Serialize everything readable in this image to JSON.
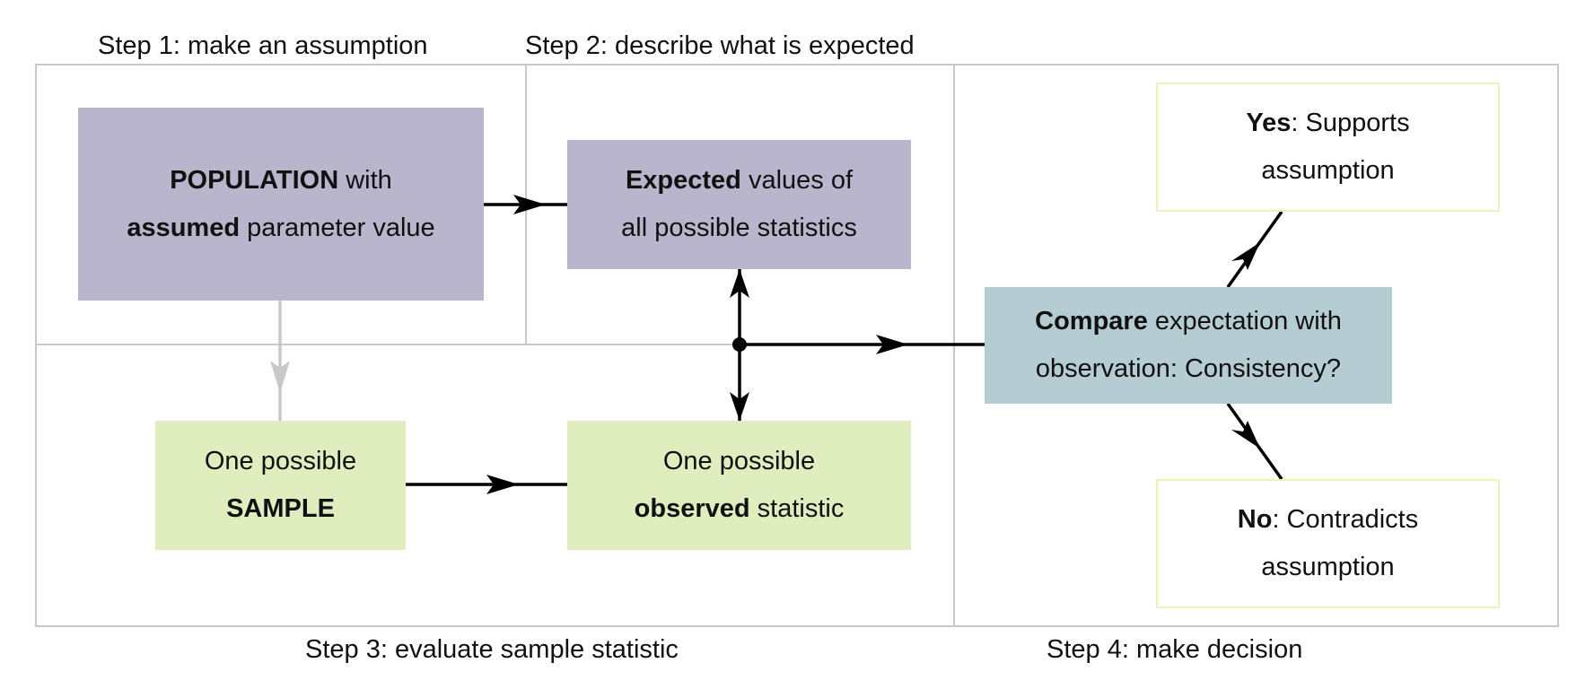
{
  "steps": {
    "step1": "Step 1: make an assumption",
    "step2": "Step 2: describe what is expected",
    "step3": "Step 3: evaluate sample statistic",
    "step4": "Step 4: make decision"
  },
  "nodes": {
    "population": {
      "line1_bold": "POPULATION",
      "line1_rest": " with",
      "line2_bold": "assumed",
      "line2_rest": " parameter value"
    },
    "expected": {
      "line1_bold": "Expected",
      "line1_rest": " values of",
      "line2_rest": "all possible statistics"
    },
    "sample": {
      "line1_rest": "One possible",
      "line2_bold": "SAMPLE"
    },
    "observed": {
      "line1_rest": "One possible",
      "line2_bold": "observed",
      "line2_rest": " statistic"
    },
    "compare": {
      "line1_bold": "Compare",
      "line1_rest": " expectation with",
      "line2_rest": "observation: Consistency?"
    },
    "yes": {
      "line1_bold": "Yes",
      "line1_rest": ": Supports",
      "line2_rest": "assumption"
    },
    "no": {
      "line1_bold": "No",
      "line1_rest": ": Contradicts",
      "line2_rest": "assumption"
    }
  },
  "colors": {
    "population_fill": "#b8b5cc",
    "sample_fill": "#dfedbf",
    "compare_fill": "#b4ccd2",
    "outcome_border": "#f7efb8",
    "grid_line": "#c8c8c8",
    "arrow": "#000000",
    "sampling_arrow": "#c8c8c8"
  }
}
